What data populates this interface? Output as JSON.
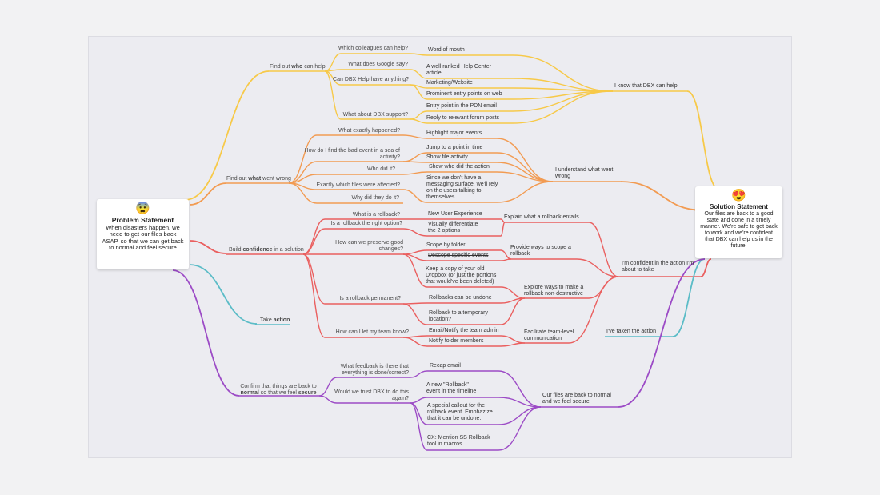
{
  "problem": {
    "emoji": "😨",
    "title": "Problem Statement",
    "text": "When disasters happen, we need to get our files back ASAP, so that we can get back to normal and feel secure"
  },
  "solution": {
    "emoji": "😍",
    "title": "Solution Statement",
    "text": "Our files are back to a good state and done in a timely manner. We're safe to  get back to work and we're confident that DBX can help us in the future."
  },
  "branches": {
    "who": {
      "pre": "Find out ",
      "bold": "who",
      "post": " can help"
    },
    "what": {
      "pre": "Find out ",
      "bold": "what",
      "post": " went wrong"
    },
    "confidence": {
      "pre": "Build ",
      "bold": "confidence",
      "post": " in a solution"
    },
    "action": {
      "pre": "Take ",
      "bold": "action",
      "post": ""
    },
    "normal": {
      "pre": "Confirm that things are back to ",
      "bold": "normal",
      "mid": " so that we feel ",
      "bold2": "secure"
    }
  },
  "questions": {
    "q1": "Which colleagues can help?",
    "q2": "What does Google say?",
    "q3": "Can DBX Help have anything?",
    "q4": "What about DBX support?",
    "q5": "What exactly happened?",
    "q6a": "How do I find the bad event in a sea of",
    "q6b": "activity?",
    "q7": "Who did it?",
    "q8": "Exactly which files were affected?",
    "q9": "Why did they do it?",
    "q10": "What is a rollback?",
    "q11": "Is a rollback the right option?",
    "q12a": "How can we preserve good",
    "q12b": "changes?",
    "q13": "Is a rollback permanent?",
    "q14": "How can I let my team know?",
    "q15a": "What feedback is there that",
    "q15b": "everything is done/correct?",
    "q16a": "Would we trust DBX to do this",
    "q16b": "again?"
  },
  "answers": {
    "a1": "Word of mouth",
    "a2a": "A well ranked Help Center",
    "a2b": "article",
    "a3": "Marketing/Website",
    "a4": "Prominent entry points on web",
    "a5": "Entry point in the PDN email",
    "a6": "Reply to relevant forum posts",
    "a7": "Highlight major events",
    "a8": "Jump to a point in time",
    "a9": "Show file activity",
    "a10": "Show who did the action",
    "a11a": "Since we don't have a",
    "a11b": "messaging surface, we'll rely",
    "a11c": "on the users talking to",
    "a11d": "themselves",
    "a12": "New User Experience",
    "a13a": "Visually differentiate",
    "a13b": "the 2 options",
    "a14": "Scope by folder",
    "a15": "Descope specific events",
    "a16a": "Keep a copy of your old",
    "a16b": "Dropbox (or just the portions",
    "a16c": "that would've been deleted)",
    "a17": "Rollbacks can be undone",
    "a18a": "Rollback to a temporary",
    "a18b": "location?",
    "a19": "Email/Notify the team admin",
    "a20": "Notify folder members",
    "a21": "Recap email",
    "a22a": "A new \"Rollback\"",
    "a22b": "event in the timeline",
    "a23a": "A special callout for the",
    "a23b": "rollback event. Emphazize",
    "a23c": "that it can be undone.",
    "a24a": "CX: Mention SS Rollback",
    "a24b": "tool in macros"
  },
  "middles": {
    "m1": "Explain what a rollback entails",
    "m2a": "Provide ways to scope a",
    "m2b": "rollback",
    "m3a": "Explore ways to make a",
    "m3b": "rollback non-destructive",
    "m4a": "Facilitate team-level",
    "m4b": "communication"
  },
  "outcomes": {
    "o1": "I know that DBX can help",
    "o2a": "I understand what went",
    "o2b": "wrong",
    "o3a": "I'm confident in the action I'm",
    "o3b": "about to take",
    "o4": "I've taken the action",
    "o5a": "Our files are back to normal",
    "o5b": "and we feel secure"
  },
  "colors": {
    "yellow": "#f7c948",
    "orange": "#f29b52",
    "red": "#ea5f5f",
    "teal": "#5bbcc7",
    "purple": "#9c4bc6"
  }
}
